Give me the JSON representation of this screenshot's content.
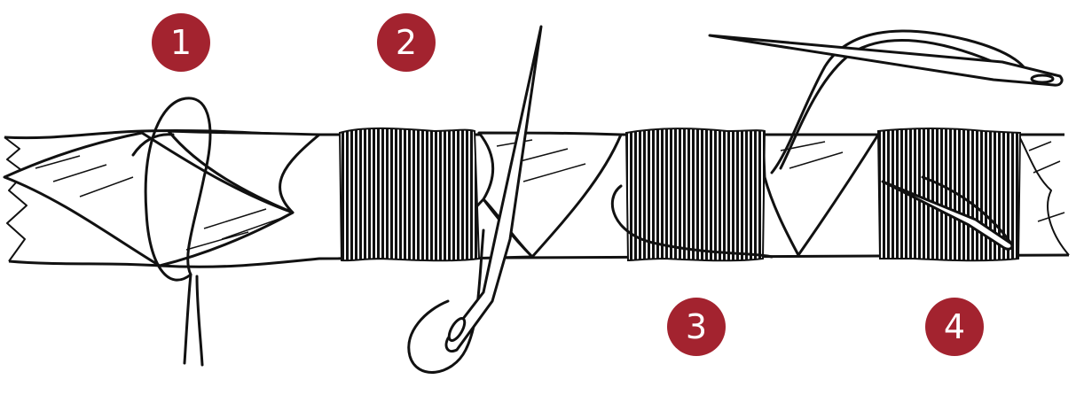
{
  "colors": {
    "badge": "#a3232f",
    "ink": "#111111",
    "paper": "#ffffff"
  },
  "steps": [
    {
      "number": "1"
    },
    {
      "number": "2"
    },
    {
      "number": "3"
    },
    {
      "number": "4"
    }
  ],
  "icons": [
    "rope-illustration",
    "thread-loop-icon",
    "thread-wrap-icon",
    "needle-icon"
  ]
}
